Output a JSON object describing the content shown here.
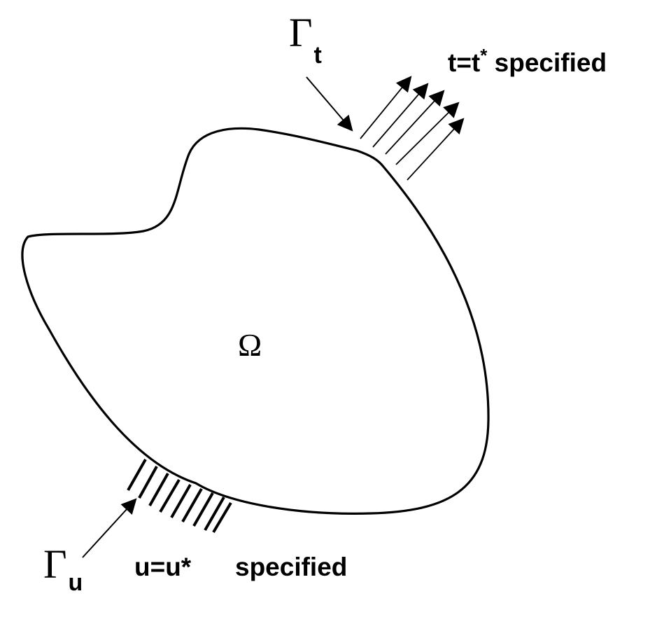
{
  "labels": {
    "traction_boundary": "Γ",
    "traction_boundary_sub": "t",
    "traction_condition_main": "t=t",
    "traction_condition_star": "*",
    "traction_condition_suffix": " specified",
    "domain": "Ω",
    "displacement_boundary": "Γ",
    "displacement_boundary_sub": "u",
    "displacement_condition": "u=u*",
    "displacement_condition_suffix": "specified"
  },
  "colors": {
    "ink": "#000000",
    "background": "#ffffff"
  }
}
